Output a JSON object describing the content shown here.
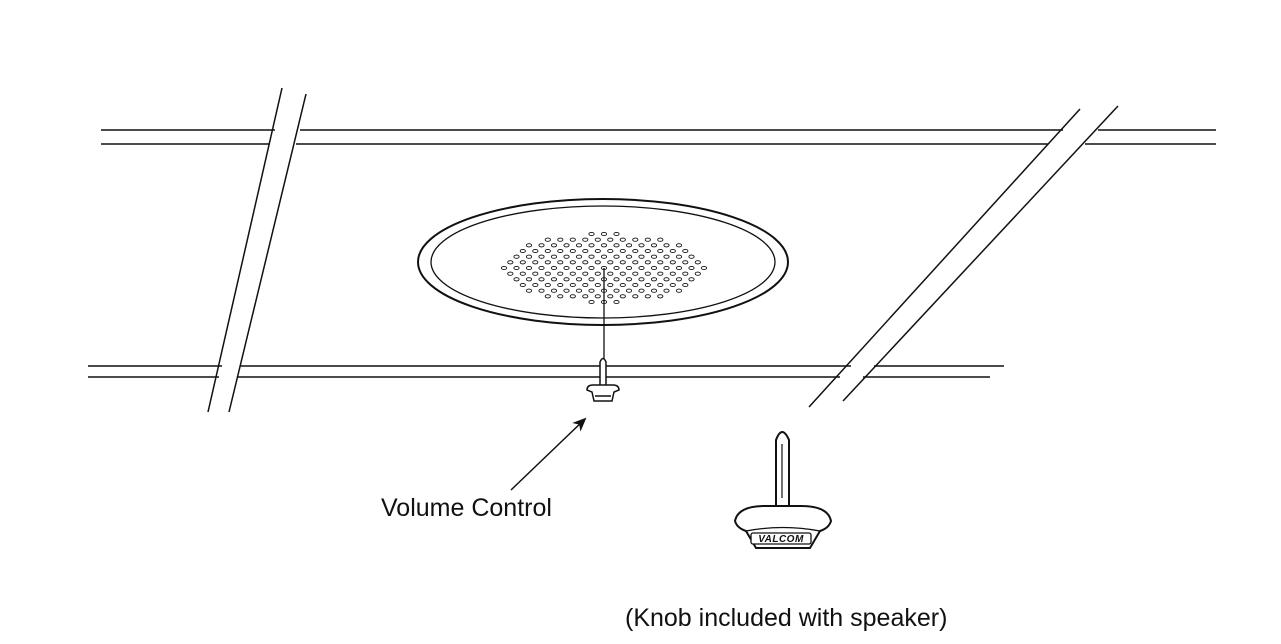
{
  "diagram": {
    "callout_label": "Volume Control",
    "caption": "(Knob included with speaker)",
    "knob_brand": "VALCOM",
    "line_color": "#111111"
  }
}
